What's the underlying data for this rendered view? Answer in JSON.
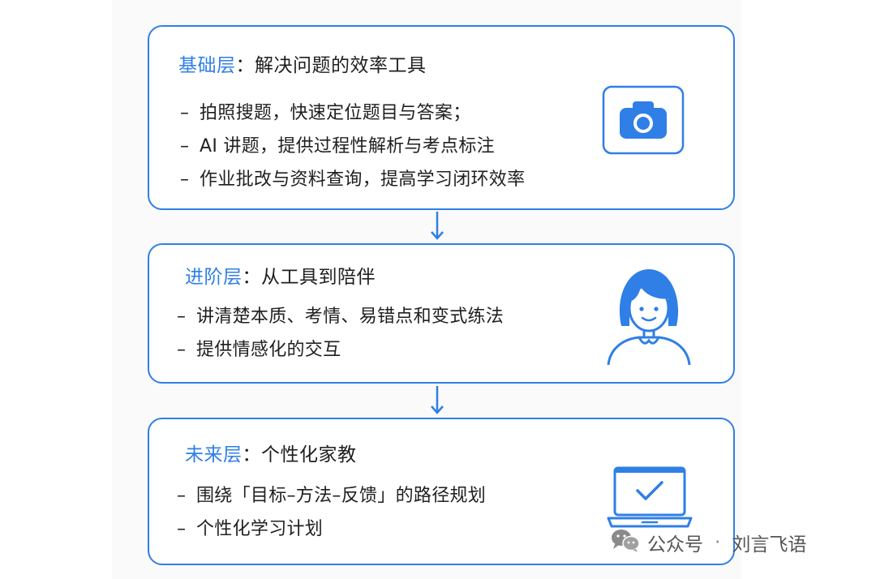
{
  "layers": [
    {
      "layer_name": "基础层",
      "colon": "：",
      "topic": "解决问题的效率工具",
      "bullets": [
        "拍照搜题，快速定位题目与答案；",
        "AI 讲题，提供过程性解析与考点标注",
        "作业批改与资料查询，提高学习闭环效率"
      ],
      "icon": "camera-icon"
    },
    {
      "layer_name": "进阶层",
      "colon": "：",
      "topic": "从工具到陪伴",
      "bullets": [
        "讲清楚本质、考情、易错点和变式练法",
        "提供情感化的交互"
      ],
      "icon": "person-icon"
    },
    {
      "layer_name": "未来层",
      "colon": "：",
      "topic": "个性化家教",
      "bullets": [
        "围绕「目标–方法–反馈」的路径规划",
        "个性化学习计划"
      ],
      "icon": "laptop-check-icon"
    }
  ],
  "bullet_marker": "–",
  "watermark": {
    "channel": "公众号",
    "separator": "·",
    "author": "刘言飞语",
    "icon": "wechat-icon"
  },
  "colors": {
    "accent": "#2f7fe6",
    "text": "#1f1f1f"
  }
}
